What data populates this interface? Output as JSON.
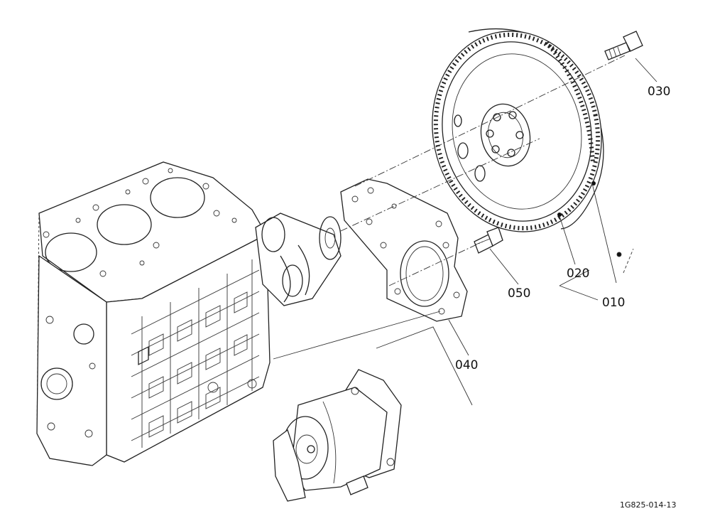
{
  "parts": [
    {
      "id": "010"
    },
    {
      "id": "020"
    },
    {
      "id": "030"
    },
    {
      "id": "040"
    },
    {
      "id": "050"
    }
  ],
  "figure_code": "1G825-014-13"
}
